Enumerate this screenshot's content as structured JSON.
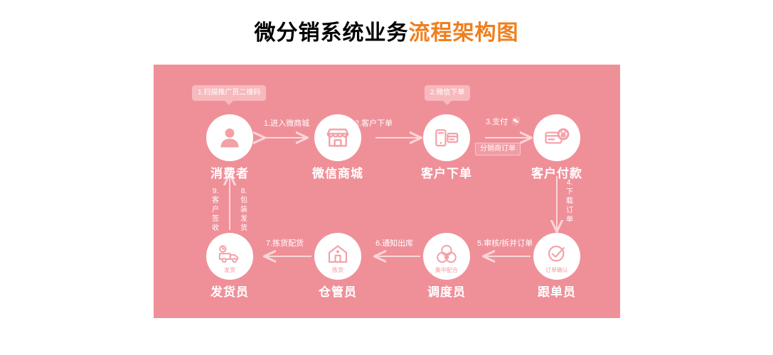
{
  "title": {
    "dark": "微分销系统业务",
    "accent": "流程架构图",
    "accent_color": "#ef7f1f",
    "dark_color": "#4d4d4d"
  },
  "canvas": {
    "background": "#ef9099",
    "node_circle_color": "#ffffff",
    "icon_color": "#f3a0a7"
  },
  "bubbles": [
    {
      "id": "scan-promoter-qr",
      "text": "1.扫描推广员二维码"
    },
    {
      "id": "wechat-order",
      "text": "2.微信下单"
    }
  ],
  "nodes": {
    "consumer": {
      "caption": "消费者",
      "icon": "user-icon",
      "sub": ""
    },
    "wechat_mall": {
      "caption": "微信商城",
      "icon": "store-icon",
      "sub": ""
    },
    "customer_order": {
      "caption": "客户下单",
      "icon": "phone-card-icon",
      "sub": ""
    },
    "customer_pay": {
      "caption": "客户付款",
      "icon": "card-yuan-icon",
      "sub": ""
    },
    "shipper": {
      "caption": "发货员",
      "icon": "truck-icon",
      "sub": "发货"
    },
    "warehouse": {
      "caption": "仓管员",
      "icon": "house-icon",
      "sub": "拣货"
    },
    "dispatcher": {
      "caption": "调度员",
      "icon": "coordinate-icon",
      "sub": "集中配合"
    },
    "order_tracker": {
      "caption": "跟单员",
      "icon": "check-circle-icon",
      "sub": "订单确认"
    }
  },
  "arrow_labels": {
    "enter_mall": "1.进入微商城",
    "customer_places_order": "2.客户下单",
    "pay": "3.支付",
    "download_order": "4.\n下\n载\n订\n单",
    "download_order_chars": "4.下载订单",
    "review_split_order": "5.审核/拆并订单",
    "notify_outbound": "6.通知出库",
    "pick_and_allocate": "7.拣货配货",
    "pack_and_ship_num": "8.",
    "pack_and_ship": "包装发货",
    "customer_receipt_num": "9.",
    "customer_receipt": "客户签收"
  },
  "tags": {
    "distributor_order": "分销商订单"
  }
}
